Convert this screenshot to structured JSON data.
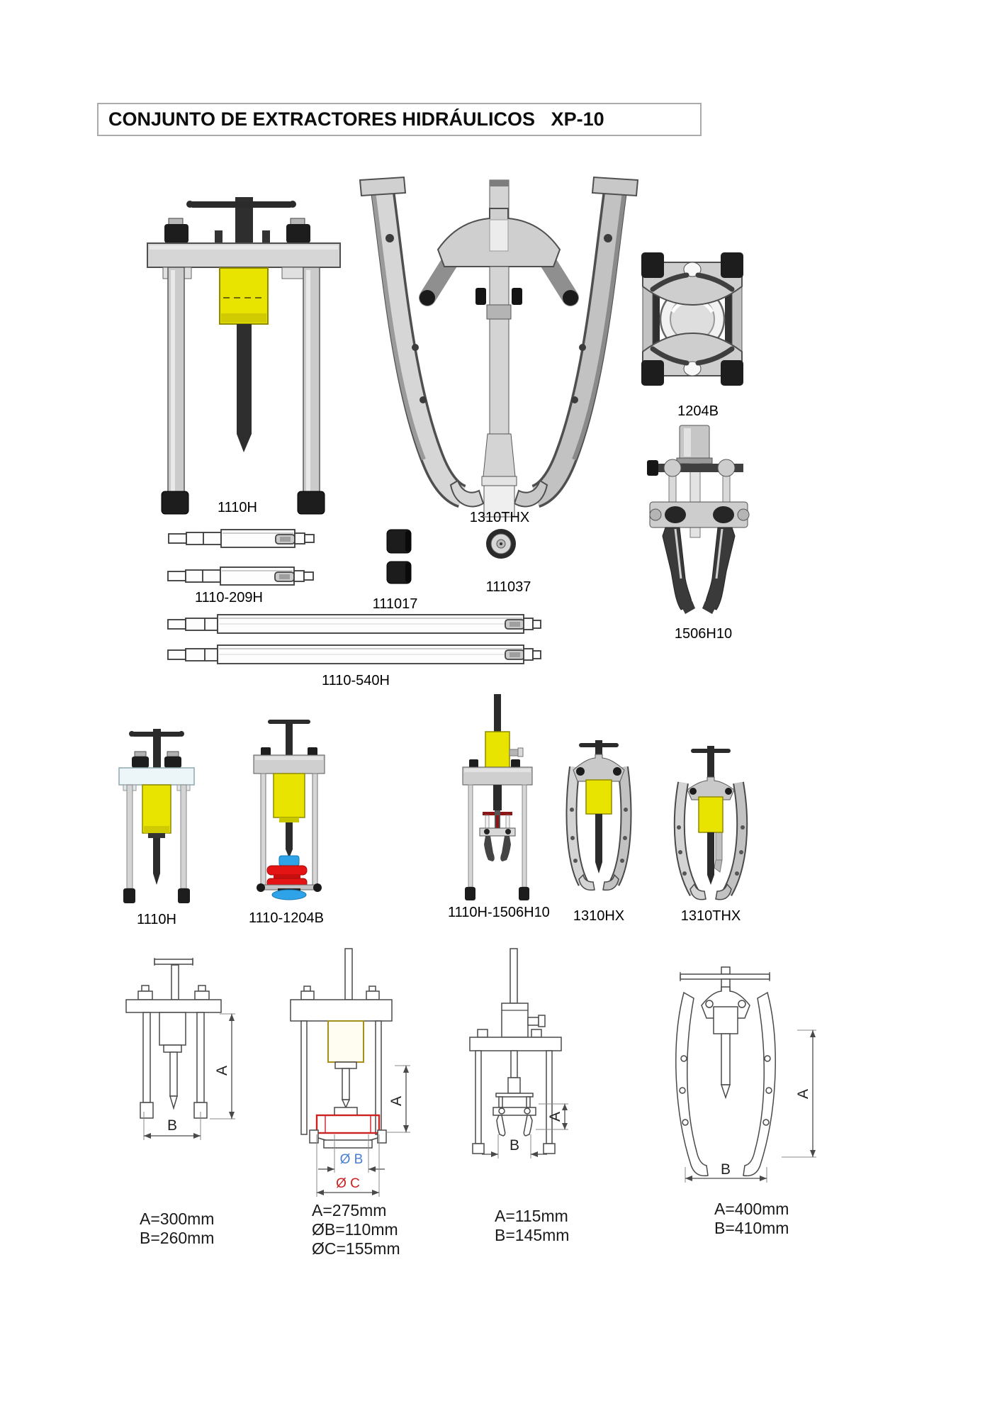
{
  "title": "CONJUNTO DE EXTRACTORES HIDRÁULICOS   XP-10",
  "parts": {
    "hydraulic_puller": "1110H",
    "three_jaw_puller": "1310THX",
    "bearing_separator": "1204B",
    "two_jaw_puller": "1506H10",
    "short_extension_rod": "1110-209H",
    "adapter_caps": "111017",
    "washer": "111037",
    "long_extension_rod": "1110-540H"
  },
  "assemblies": {
    "a1": "1110H",
    "a2": "1110-1204B",
    "a3": "1110H-1506H10",
    "a4": "1310HX",
    "a5": "1310THX"
  },
  "drawings": {
    "d1": {
      "a_label": "A",
      "b_label": "B",
      "lines": [
        "A=300mm",
        "B=260mm"
      ]
    },
    "d2": {
      "a_label": "A",
      "b_label": "Ø B",
      "c_label": "Ø C",
      "lines": [
        "A=275mm",
        "ØB=110mm",
        "ØC=155mm"
      ]
    },
    "d3": {
      "a_label": "A",
      "b_label": "B",
      "lines": [
        "A=115mm",
        "B=145mm"
      ]
    },
    "d4": {
      "a_label": "A",
      "b_label": "B",
      "lines": [
        "A=400mm",
        "B=410mm"
      ]
    }
  },
  "colors": {
    "cylinder_yellow": "#e8e400",
    "pulley_red": "#e51414",
    "accent_blue": "#2fa3e8",
    "dim_blue": "#4a7fd4",
    "dim_red": "#cc2222"
  }
}
